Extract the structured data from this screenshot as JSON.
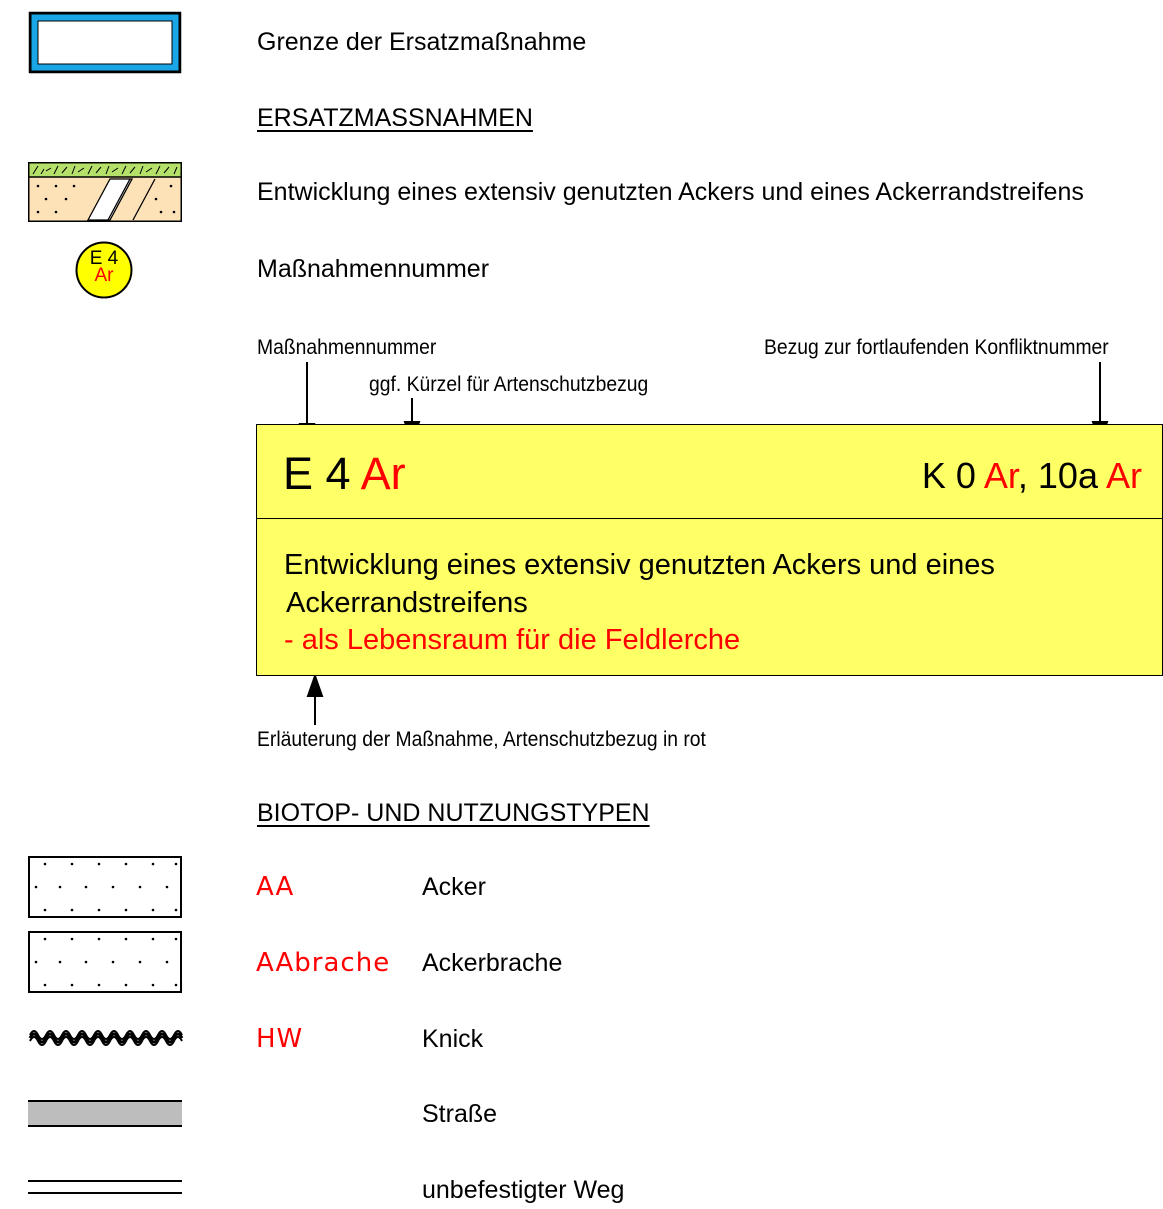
{
  "legend_top": {
    "boundary_label": "Grenze der Ersatzmaßnahme",
    "section_heading": "ERSATZMASSNAHMEN",
    "measure_label": "Entwicklung eines extensiv genutzten Ackers und eines Ackerrandstreifens",
    "measure_number_label": "Maßnahmennummer",
    "badge": {
      "line1": "E 4",
      "line2": "Ar"
    }
  },
  "explain": {
    "callout_number": "Maßnahmennummer",
    "callout_species": "ggf. Kürzel für Artenschutzbezug",
    "callout_conflict": "Bezug zur fortlaufenden Konfliktnummer",
    "callout_description": "Erläuterung der Maßnahme, Artenschutzbezug in rot",
    "box": {
      "number_black": "E 4",
      "number_red": "Ar",
      "conflict_k": "K 0",
      "conflict_ar1": "Ar",
      "conflict_mid": ", 10a",
      "conflict_ar2": "Ar",
      "desc_line1": "Entwicklung eines extensiv genutzten Ackers und eines",
      "desc_line2": "Ackerrandstreifens",
      "desc_red": "- als Lebensraum für die Feldlerche"
    }
  },
  "biotope": {
    "heading": "BIOTOP- UND NUTZUNGSTYPEN",
    "rows": [
      {
        "code": "AA",
        "label": "Acker",
        "symbol": "dots-box"
      },
      {
        "code": "AAbrache",
        "label": "Ackerbrache",
        "symbol": "dots-box"
      },
      {
        "code": "HW",
        "label": "Knick",
        "symbol": "hedge-wave"
      },
      {
        "code": "",
        "label": "Straße",
        "symbol": "road"
      },
      {
        "code": "",
        "label": "unbefestigter Weg",
        "symbol": "path-double-line"
      }
    ]
  },
  "colors": {
    "boundary_blue": "#1aa6e6",
    "box_yellow": "#ffff66",
    "badge_yellow": "#ffff00",
    "species_red": "#ff0000",
    "hatch_green": "#b5e06a",
    "field_beige": "#fde2b8",
    "road_grey": "#bdbdbd"
  }
}
